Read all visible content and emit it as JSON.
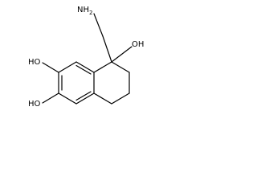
{
  "molecule": {
    "labels": {
      "amine": {
        "main": "NH",
        "subscript": "2"
      },
      "hydroxyl_top": "OH",
      "hydroxyl_upper_left": "HO",
      "hydroxyl_lower_left": "HO"
    },
    "colors": {
      "bond": "#000000",
      "label": "#000000",
      "background": "#ffffff"
    }
  }
}
